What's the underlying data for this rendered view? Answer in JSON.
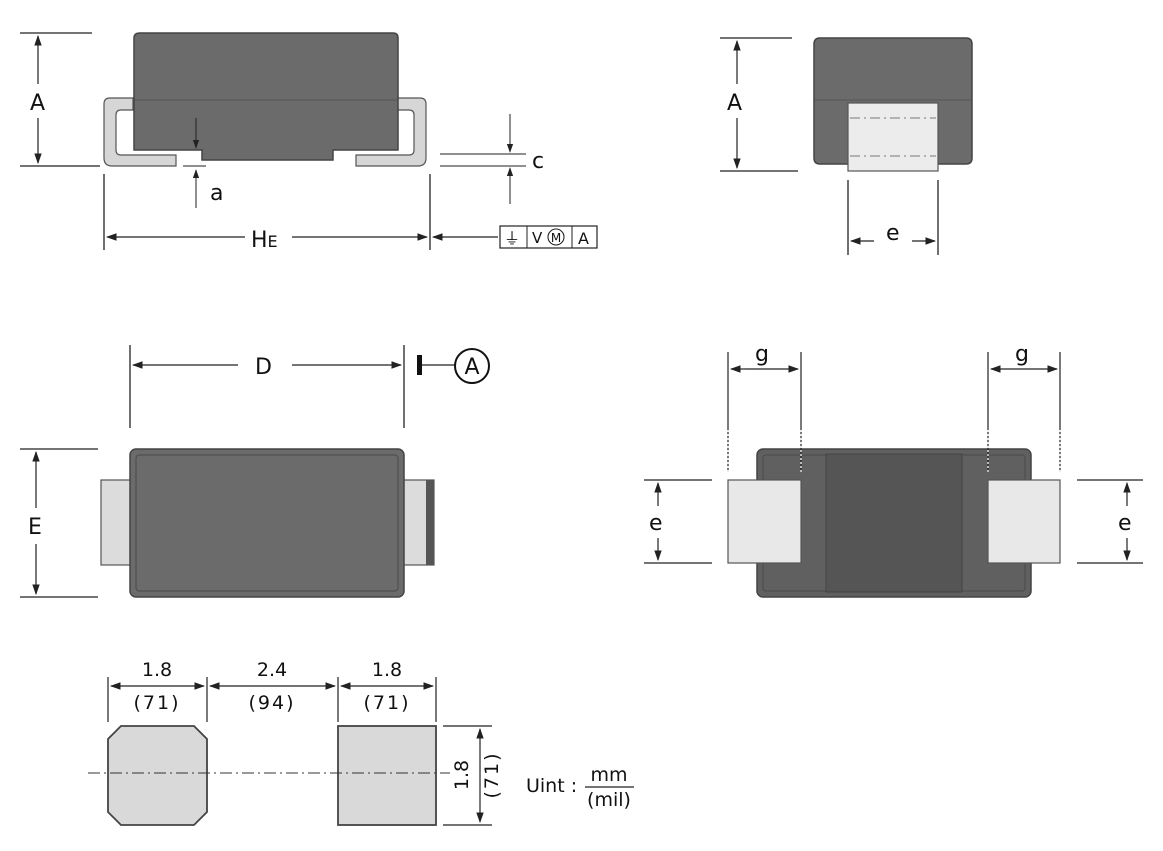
{
  "labels": {
    "A_side": "A",
    "a": "a",
    "c": "c",
    "HE_main": "H",
    "HE_sub": "E",
    "A_end": "A",
    "e_end": "e",
    "D": "D",
    "datum_A": "A",
    "E": "E",
    "g_left": "g",
    "g_right": "g",
    "e_left": "e",
    "e_right": "e"
  },
  "fcf": {
    "symbol": "⏚",
    "tolerance": "V",
    "modifier": "M",
    "datum": "A"
  },
  "footprint": {
    "pad1_mm": "1.8",
    "pad1_mil": "(71)",
    "gap_mm": "2.4",
    "gap_mil": "(94)",
    "pad2_mm": "1.8",
    "pad2_mil": "(71)",
    "height_mm": "1.8",
    "height_mil": "(71)"
  },
  "unit": {
    "label": "Uint :",
    "numerator": "mm",
    "denominator": "(mil)"
  }
}
